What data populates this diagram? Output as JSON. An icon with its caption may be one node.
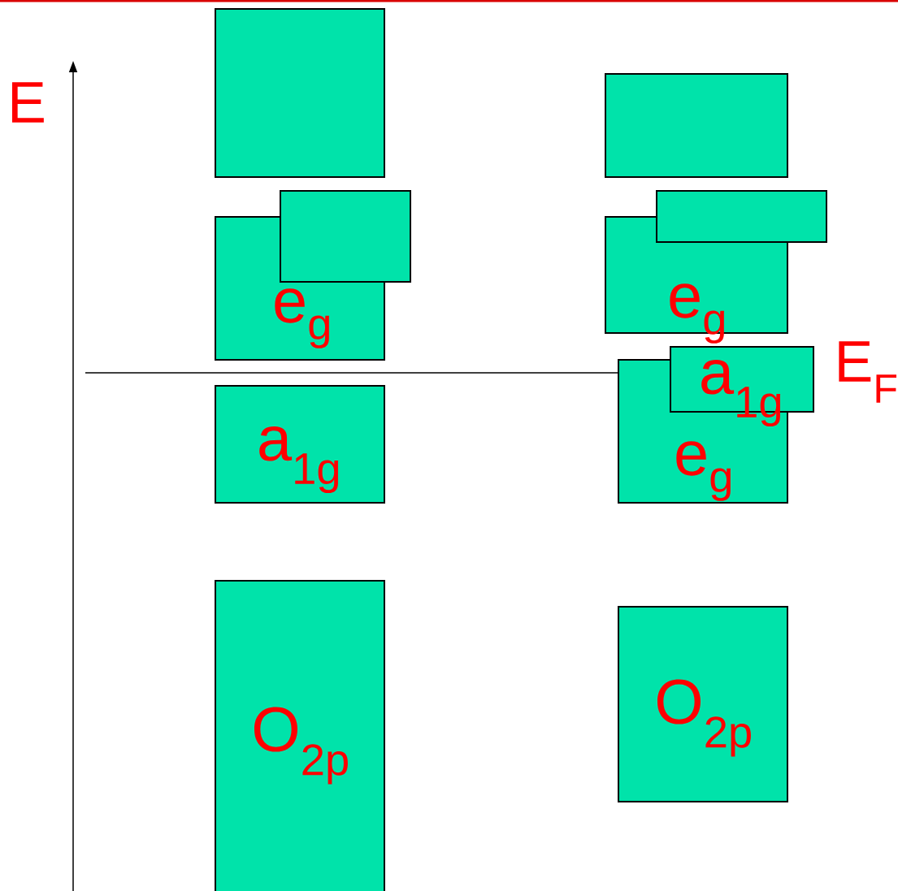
{
  "diagram": {
    "nodes": [
      {
        "text": [],
        "shape": "box"
      },
      {
        "text": [],
        "shape": "box"
      },
      {
        "text": [
          "e$_{g}$"
        ]
      },
      {
        "text": [],
        "shape": "box"
      },
      {
        "text": [
          "e$_{g}$"
        ]
      },
      {
        "text": [],
        "shape": "box"
      },
      {
        "text": [
          "a$_{1g}$"
        ]
      },
      {
        "text": [
          "e$_{g}$"
        ]
      },
      {
        "text": [
          "a$_{1g}$"
        ]
      },
      {
        "text": [
          "O$_{2p}$"
        ]
      },
      {
        "text": [
          "O$_{2p}$"
        ]
      }
    ],
    "labels": [
      "E",
      "E$_{F}$"
    ]
  }
}
